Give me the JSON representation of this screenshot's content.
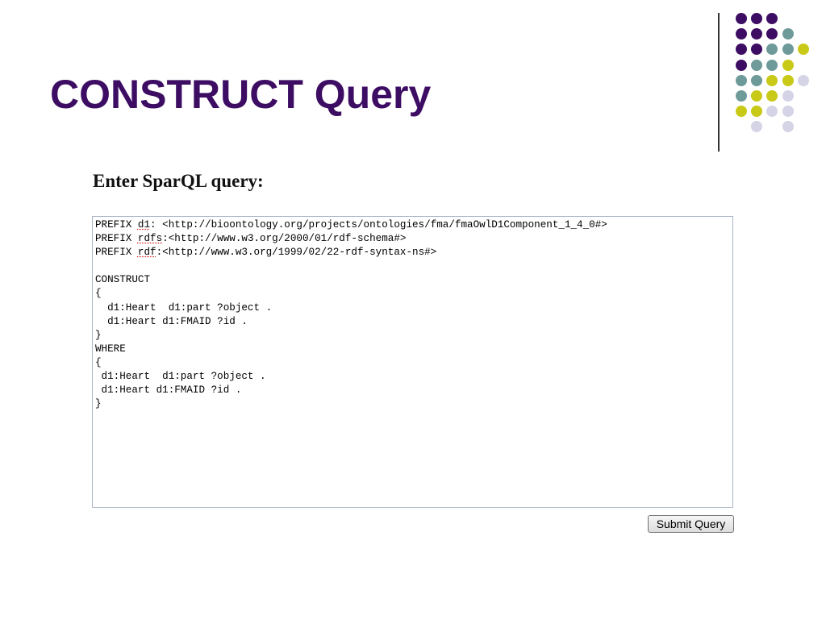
{
  "slide": {
    "title": "CONSTRUCT Query"
  },
  "form": {
    "prompt": "Enter SparQL query:",
    "query_lines": [
      [
        "PREFIX ",
        "d1",
        ": <http://bioontology.org/projects/ontologies/fma/fmaOwlD1Component_1_4_0#>"
      ],
      [
        "PREFIX ",
        "rdfs",
        ":<http://www.w3.org/2000/01/rdf-schema#>"
      ],
      [
        "PREFIX ",
        "rdf",
        ":<http://www.w3.org/1999/02/22-rdf-syntax-ns#>"
      ],
      [
        "",
        "",
        ""
      ],
      [
        "CONSTRUCT",
        "",
        ""
      ],
      [
        "{",
        "",
        ""
      ],
      [
        "  d1:Heart  d1:part ?object .",
        "",
        ""
      ],
      [
        "  d1:Heart d1:FMAID ?id .",
        "",
        ""
      ],
      [
        "}",
        "",
        ""
      ],
      [
        "WHERE",
        "",
        ""
      ],
      [
        "{",
        "",
        ""
      ],
      [
        " d1:Heart  d1:part ?object .",
        "",
        ""
      ],
      [
        " d1:Heart d1:FMAID ?id .",
        "",
        ""
      ],
      [
        "}",
        "",
        ""
      ]
    ],
    "submit_label": "Submit Query"
  },
  "colors": {
    "title": "#3d0d63",
    "purple": "#3d0d63",
    "teal": "#6f9a9a",
    "yellow": "#c9c918",
    "lavender": "#d4d4e6"
  },
  "decor": {
    "dot_rows": [
      [
        "purple",
        "purple",
        "purple",
        "none",
        "none"
      ],
      [
        "purple",
        "purple",
        "purple",
        "teal",
        "none"
      ],
      [
        "purple",
        "purple",
        "teal",
        "teal",
        "yellow"
      ],
      [
        "purple",
        "teal",
        "teal",
        "yellow",
        "none"
      ],
      [
        "teal",
        "teal",
        "yellow",
        "yellow",
        "lavender"
      ],
      [
        "teal",
        "yellow",
        "yellow",
        "lavender",
        "none"
      ],
      [
        "yellow",
        "yellow",
        "lavender",
        "lavender",
        "none"
      ],
      [
        "none",
        "lavender",
        "none",
        "lavender",
        "none"
      ]
    ]
  }
}
